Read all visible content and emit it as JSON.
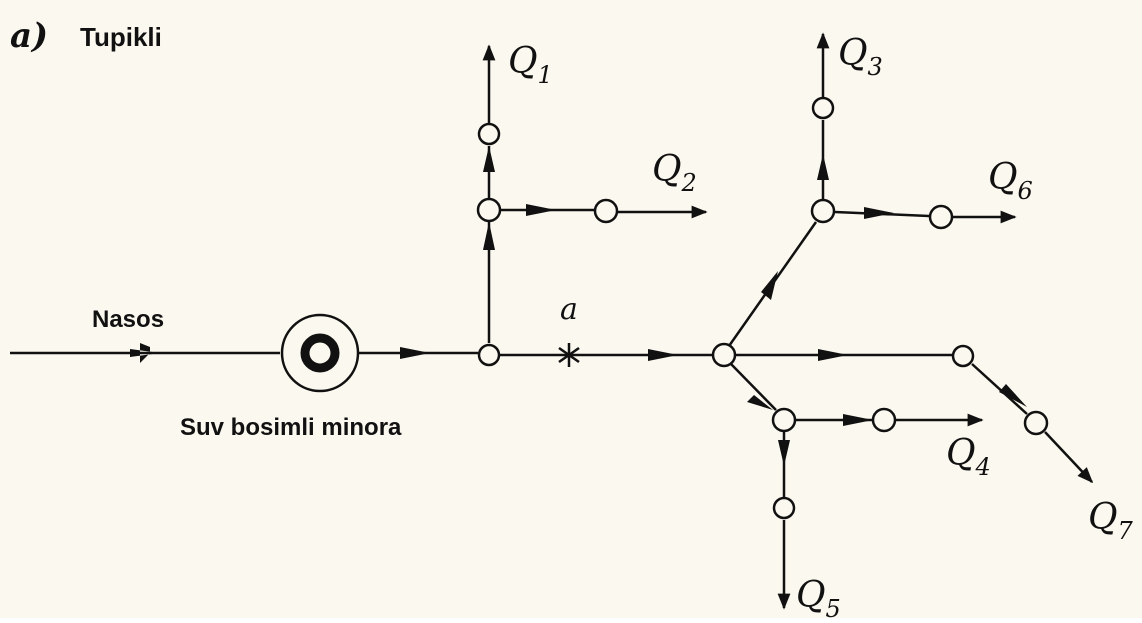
{
  "header": {
    "tag": "a)",
    "title": "Tupikli"
  },
  "labels": {
    "pump": "Nasos",
    "tower": "Suv bosimli minora",
    "point": "a"
  },
  "outlets": [
    {
      "letter": "Q",
      "sub": "1"
    },
    {
      "letter": "Q",
      "sub": "2"
    },
    {
      "letter": "Q",
      "sub": "3"
    },
    {
      "letter": "Q",
      "sub": "4"
    },
    {
      "letter": "Q",
      "sub": "5"
    },
    {
      "letter": "Q",
      "sub": "6"
    },
    {
      "letter": "Q",
      "sub": "7"
    }
  ],
  "colors": {
    "ink": "#111111",
    "paper": "#fbf8ef"
  }
}
